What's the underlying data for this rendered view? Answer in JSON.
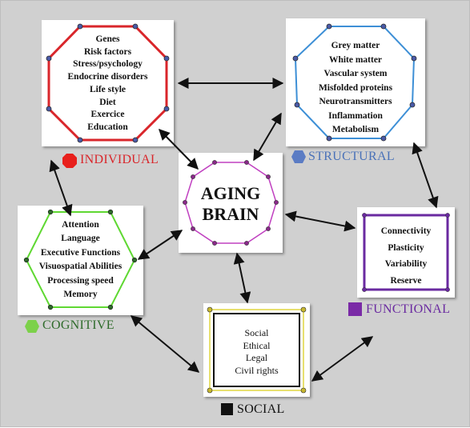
{
  "center": {
    "line1": "AGING",
    "line2": "BRAIN",
    "color": "#c040c0"
  },
  "individual": {
    "label": "INDIVIDUAL",
    "color": "#d9262b",
    "icon": "red-octagon-icon",
    "items": [
      "Genes",
      "Risk factors",
      "Stress/psychology",
      "Endocrine disorders",
      "Life style",
      "Diet",
      "Exercice",
      "Education"
    ]
  },
  "structural": {
    "label": "STRUCTURAL",
    "color": "#3d8fd6",
    "label_color": "#4a72b8",
    "icon": "blue-hexagon-icon",
    "items": [
      "Grey matter",
      "White matter",
      "Vascular system",
      "Misfolded proteins",
      "Neurotransmitters",
      "Inflammation",
      "Metabolism"
    ]
  },
  "cognitive": {
    "label": "COGNITIVE",
    "color": "#5fd832",
    "label_color": "#2e6b2a",
    "icon": "green-hexagon-icon",
    "items": [
      "Attention",
      "Language",
      "Executive Functions",
      "Visuospatial Abilities",
      "Processing speed",
      "Memory"
    ]
  },
  "functional": {
    "label": "FUNCTIONAL",
    "color": "#6a2aa0",
    "icon": "purple-square-icon",
    "items": [
      "Connectivity",
      "Plasticity",
      "Variability",
      "Reserve"
    ]
  },
  "social": {
    "label": "SOCIAL",
    "color": "#111111",
    "frame_color": "#e8e070",
    "icon": "black-square-icon",
    "items": [
      "Social",
      "Ethical",
      "Legal",
      "Civil rights"
    ]
  }
}
